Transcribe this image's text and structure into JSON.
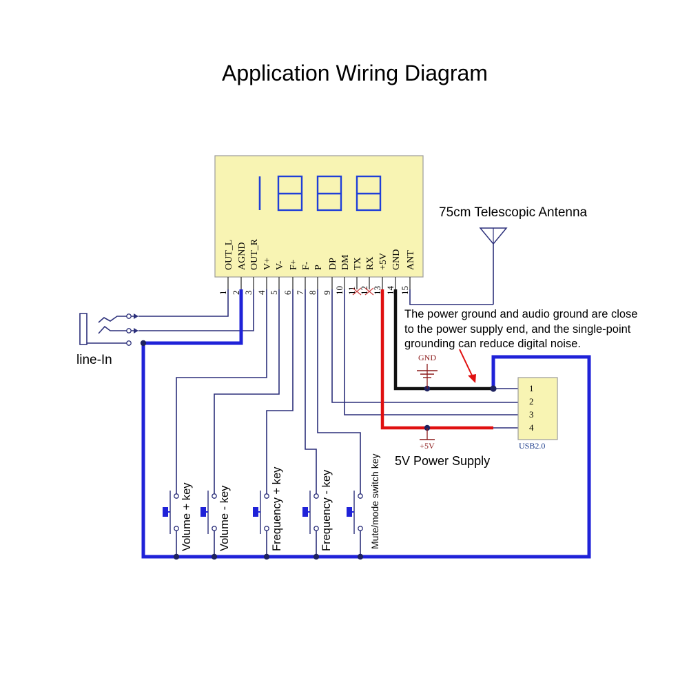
{
  "title": "Application Wiring Diagram",
  "colors": {
    "module_fill": "#f8f4b3",
    "segment": "#1f3fd8",
    "wire_blue": "#1f22d8",
    "wire_red": "#e01010",
    "wire_black": "#111111",
    "wire_signal": "#2b2f7a",
    "gnd_label": "#8b1a1a",
    "usb_label": "#1a3a8a"
  },
  "module": {
    "display_digits": "1888",
    "pins": [
      {
        "number": "1",
        "label": "OUT_L"
      },
      {
        "number": "2",
        "label": "AGND"
      },
      {
        "number": "3",
        "label": "OUT_R"
      },
      {
        "number": "4",
        "label": "V+"
      },
      {
        "number": "5",
        "label": "V-"
      },
      {
        "number": "6",
        "label": "F+"
      },
      {
        "number": "7",
        "label": "F-"
      },
      {
        "number": "8",
        "label": "P"
      },
      {
        "number": "9",
        "label": "DP"
      },
      {
        "number": "10",
        "label": "DM"
      },
      {
        "number": "11",
        "label": "TX"
      },
      {
        "number": "12",
        "label": "RX"
      },
      {
        "number": "13",
        "label": "+5V"
      },
      {
        "number": "14",
        "label": "GND"
      },
      {
        "number": "15",
        "label": "ANT"
      }
    ]
  },
  "antenna_label": "75cm Telescopic Antenna",
  "line_in_label": "line-In",
  "grounding_note": "The power ground and audio ground are close to the power supply end, and the single-point grounding can reduce digital noise.",
  "grounding_note_lines": [
    "The power ground and audio ground are close",
    "to the power supply end, and the single-point",
    "grounding can reduce digital noise."
  ],
  "gnd_symbol_label": "GND",
  "v5_symbol_label": "+5V",
  "power_supply_label": "5V Power Supply",
  "usb": {
    "label": "USB2.0",
    "pins": [
      "1",
      "2",
      "3",
      "4"
    ]
  },
  "keys": [
    {
      "label": "Volume + key"
    },
    {
      "label": "Volume - key"
    },
    {
      "label": "Frequency + key"
    },
    {
      "label": "Frequency - key"
    },
    {
      "label": "Mute/mode switch key"
    }
  ]
}
